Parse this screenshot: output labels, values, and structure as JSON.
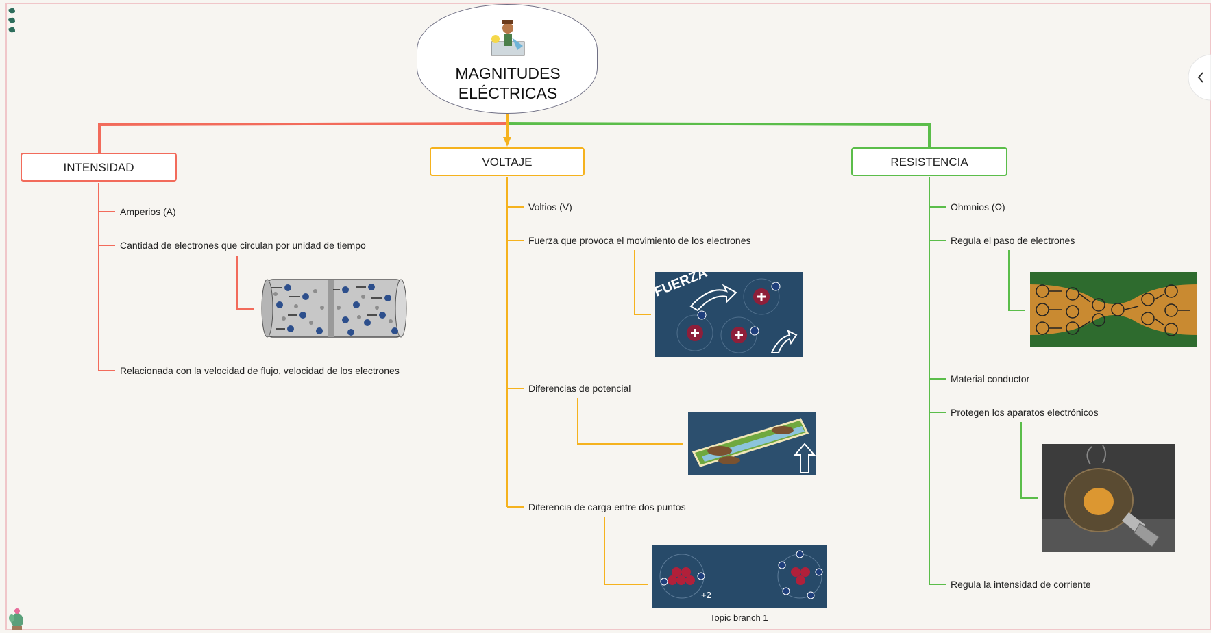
{
  "central": {
    "line1": "MAGNITUDES",
    "line2": "ELÉCTRICAS"
  },
  "branches": {
    "intensidad": {
      "title": "INTENSIDAD",
      "color": "#f26b5b",
      "items": [
        "Amperios (A)",
        "Cantidad de electrones que circulan por unidad de tiempo",
        "Relacionada con la velocidad de flujo, velocidad de los electrones"
      ]
    },
    "voltaje": {
      "title": "VOLTAJE",
      "color": "#f5b21e",
      "items": [
        "Voltios (V)",
        "Fuerza que provoca el movimiento de los electrones",
        "Diferencias de potencial",
        "Diferencia de carga entre dos puntos"
      ],
      "image_labels": {
        "fuerza": "FUERZA",
        "charge": "+2"
      },
      "caption": "Topic branch 1"
    },
    "resistencia": {
      "title": "RESISTENCIA",
      "color": "#5bbd4a",
      "items": [
        "Ohmnios (Ω)",
        "Regula el paso de electrones",
        "Material conductor",
        "Protegen los aparatos electrónicos",
        "Regula la intensidad de corriente"
      ]
    }
  },
  "icons": [
    "mind-map-logo-icon",
    "cactus-icon",
    "sidebar-toggle-icon",
    "scientist-icon"
  ]
}
